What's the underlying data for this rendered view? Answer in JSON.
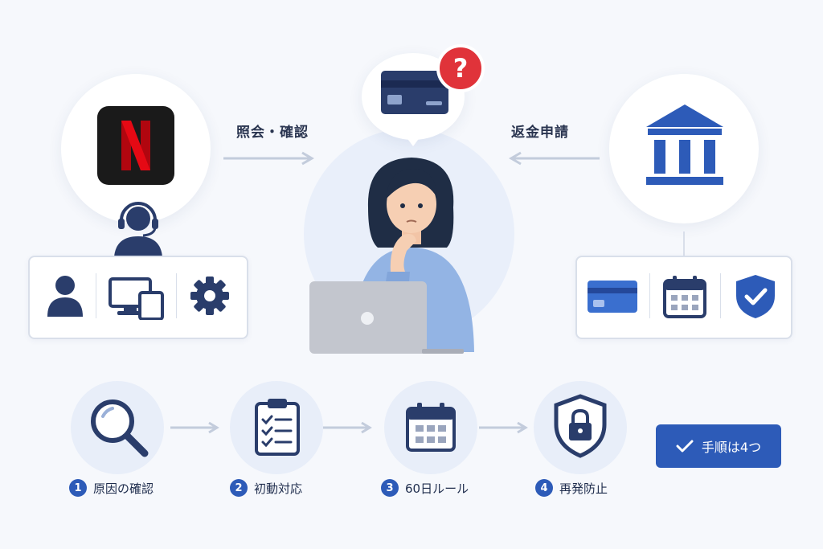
{
  "top": {
    "left_arrow_label": "照会・確認",
    "right_arrow_label": "返金申請"
  },
  "steps": [
    {
      "num": "1",
      "label": "原因の確認"
    },
    {
      "num": "2",
      "label": "初動対応"
    },
    {
      "num": "3",
      "label": "60日ルール"
    },
    {
      "num": "4",
      "label": "再発防止"
    }
  ],
  "badge": {
    "label": "手順は4つ"
  },
  "colors": {
    "accent": "#2d5bb8",
    "navy": "#2a3d6b",
    "netflix_red": "#e50914",
    "alert_red": "#e0333a"
  },
  "icons": {
    "service_logo": "netflix-logo-icon",
    "support": "headset-agent-icon",
    "bank": "bank-icon",
    "card_question": "credit-card-question-icon"
  }
}
